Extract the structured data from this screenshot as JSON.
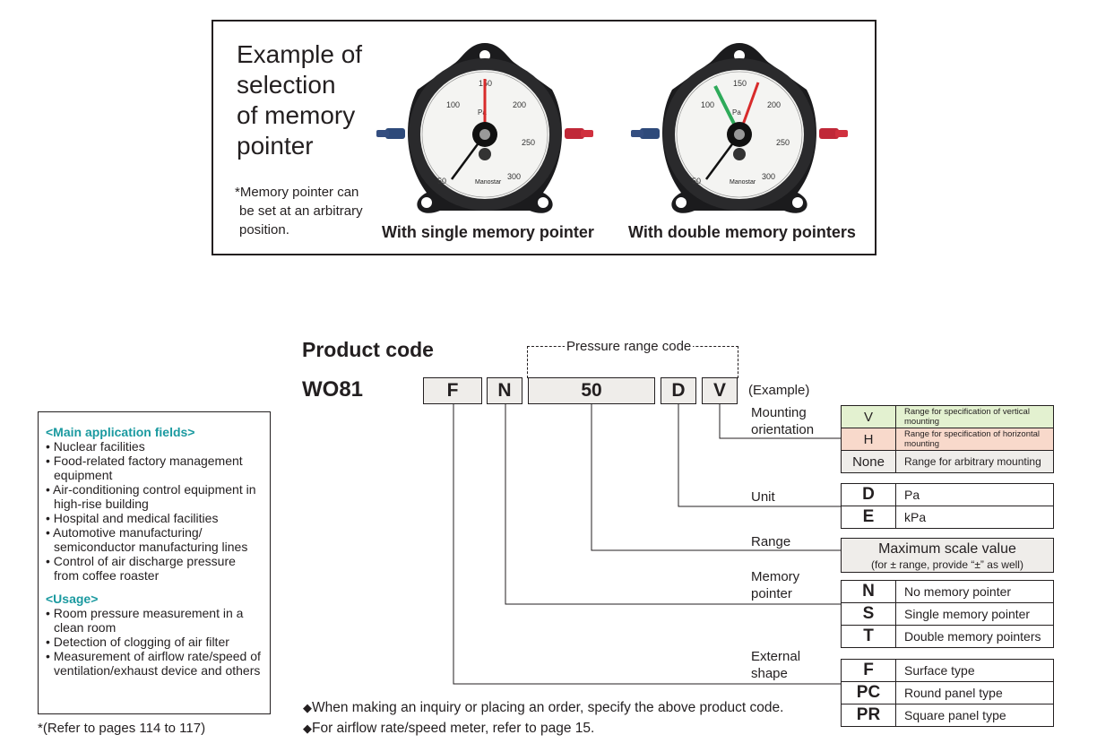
{
  "example": {
    "title_lines": [
      "Example of",
      "selection",
      "of memory",
      "pointer"
    ],
    "note_lines": [
      "*Memory pointer can",
      "be set at an arbitrary",
      "position."
    ],
    "caption_single": "With single memory pointer",
    "caption_double": "With double memory pointers",
    "gauge": {
      "unit": "Pa",
      "brand": "Manostar",
      "scale": [
        "50",
        "100",
        "150",
        "200",
        "250",
        "300"
      ]
    }
  },
  "product_code": {
    "title": "Product code",
    "model": "WO81",
    "boxes": [
      "F",
      "N",
      "50",
      "D",
      "V"
    ],
    "pressure_range_label": "Pressure range code",
    "example_label": "(Example)"
  },
  "fields": {
    "mounting": {
      "label_lines": [
        "Mounting",
        "orientation"
      ],
      "options": [
        {
          "code": "V",
          "desc": "Range for specification of vertical mounting",
          "color": "#e3f1d0"
        },
        {
          "code": "H",
          "desc": "Range for specification of horizontal mounting",
          "color": "#f8d9cb"
        },
        {
          "code": "None",
          "desc": "Range for arbitrary mounting",
          "color": "#efedea"
        }
      ]
    },
    "unit": {
      "label_lines": [
        "Unit"
      ],
      "options": [
        {
          "code": "D",
          "desc": "Pa"
        },
        {
          "code": "E",
          "desc": "kPa"
        }
      ]
    },
    "range": {
      "label_lines": [
        "Range"
      ],
      "box_main": "Maximum scale value",
      "box_note": "(for ± range, provide “±” as well)"
    },
    "memory": {
      "label_lines": [
        "Memory",
        "pointer"
      ],
      "options": [
        {
          "code": "N",
          "desc": "No memory pointer"
        },
        {
          "code": "S",
          "desc": "Single memory pointer"
        },
        {
          "code": "T",
          "desc": "Double memory pointers"
        }
      ]
    },
    "shape": {
      "label_lines": [
        "External",
        "shape"
      ],
      "options": [
        {
          "code": "F",
          "desc": "Surface type"
        },
        {
          "code": "PC",
          "desc": "Round panel type"
        },
        {
          "code": "PR",
          "desc": "Square panel type"
        }
      ]
    }
  },
  "applications": {
    "main_heading": "<Main application fields>",
    "main_items": [
      "Nuclear facilities",
      "Food-related factory management equipment",
      "Air-conditioning control equipment in high-rise building",
      "Hospital and medical facilities",
      "Automotive manufacturing/ semiconductor manufacturing lines",
      "Control of air discharge pressure from coffee roaster"
    ],
    "usage_heading": "<Usage>",
    "usage_items": [
      "Room pressure measurement in a clean room",
      "Detection of clogging of air filter",
      "Measurement of airflow rate/speed of ventilation/exhaust device and others"
    ],
    "reference": "*(Refer to pages 114 to 117)"
  },
  "notes": {
    "bullet": "◆",
    "lines": [
      "When making an inquiry or placing an order, specify the above product code.",
      "For airflow rate/speed meter, refer to page 15."
    ]
  }
}
